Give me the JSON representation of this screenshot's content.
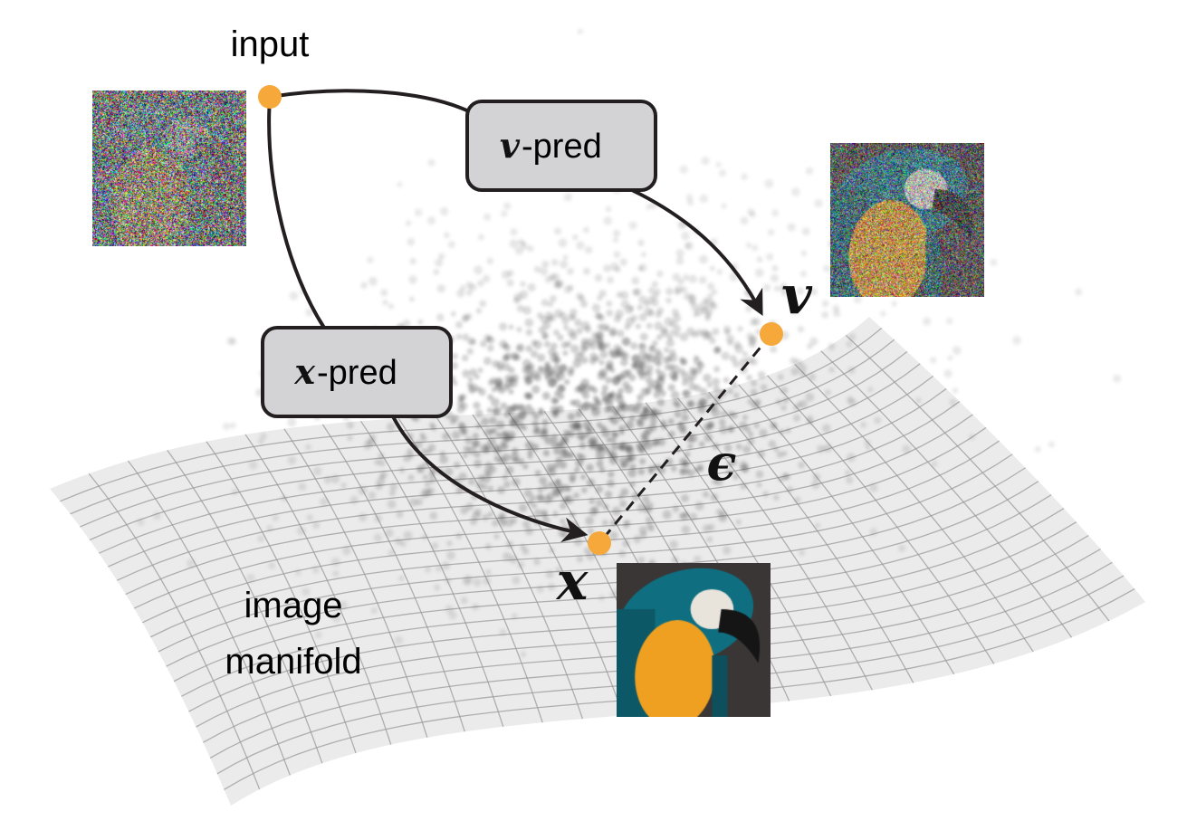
{
  "labels": {
    "input": "input",
    "v_pred_symbol": "v",
    "v_pred_suffix": "-pred",
    "x_pred_symbol": "x",
    "x_pred_suffix": "-pred",
    "v_point": "v",
    "x_point": "x",
    "epsilon": "ϵ",
    "manifold_line1": "image",
    "manifold_line2": "manifold"
  },
  "colors": {
    "point": "#f6a83b",
    "box_fill": "#d3d3d5",
    "stroke": "#231f20",
    "manifold_fill": "#ebebeb",
    "grid": "#9a9a9a"
  },
  "images": {
    "input_noise_level": 0.85,
    "v_noise_level": 0.5,
    "clean_noise_level": 0
  }
}
